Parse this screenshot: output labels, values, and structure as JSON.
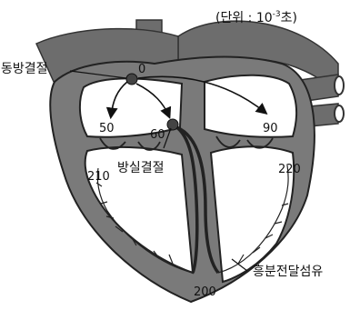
{
  "unit": {
    "prefix": "(단위 : 10",
    "exponent": "-3",
    "suffix": "초)"
  },
  "labels": {
    "sa_node": "동방결절",
    "av_node": "방실결절",
    "purkinje": "흥분전달섬유"
  },
  "times": {
    "sa_origin": "0",
    "right_atrium": "50",
    "av_node": "60",
    "left_atrium": "90",
    "right_ventricle_wall": "210",
    "left_ventricle_wall": "220",
    "apex": "200"
  }
}
